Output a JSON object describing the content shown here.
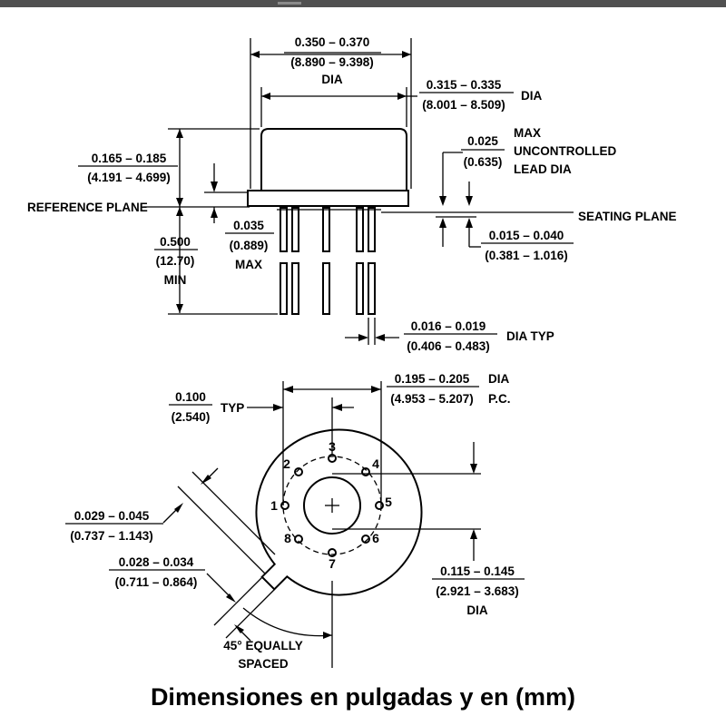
{
  "labels": {
    "can_dia_in": "0.350 – 0.370",
    "can_dia_mm": "(8.890 – 9.398)",
    "can_dia_word": "DIA",
    "top_dia_in": "0.315 – 0.335",
    "top_dia_mm": "(8.001 – 8.509)",
    "top_dia_word": "DIA",
    "height_in": "0.165 – 0.185",
    "height_mm": "(4.191 – 4.699)",
    "lead_dia_in": "0.025",
    "lead_dia_mm": "(0.635)",
    "lead_dia_note1": "MAX",
    "lead_dia_note2": "UNCONTROLLED",
    "lead_dia_note3": "LEAD DIA",
    "reference_plane": "REFERENCE PLANE",
    "seating_plane": "SEATING PLANE",
    "flange_in": "0.035",
    "flange_mm": "(0.889)",
    "flange_note": "MAX",
    "seat_in": "0.015 – 0.040",
    "seat_mm": "(0.381 – 1.016)",
    "lead_len_in": "0.500",
    "lead_len_mm": "(12.70)",
    "lead_len_note": "MIN",
    "lead_w_in": "0.016 – 0.019",
    "lead_w_mm": "(0.406 – 0.483)",
    "lead_w_note": "DIA TYP",
    "pitch_in": "0.100",
    "pitch_mm": "(2.540)",
    "pitch_note": "TYP",
    "pc_in": "0.195 – 0.205",
    "pc_mm": "(4.953 – 5.207)",
    "pc_note1": "DIA",
    "pc_note2": "P.C.",
    "tab_len_in": "0.029 – 0.045",
    "tab_len_mm": "(0.737 – 1.143)",
    "tab_w_in": "0.028 – 0.034",
    "tab_w_mm": "(0.711 – 0.864)",
    "angle_note1": "45° EQUALLY",
    "angle_note2": "SPACED",
    "offset_in": "0.115 – 0.145",
    "offset_mm": "(2.921 – 3.683)",
    "offset_word": "DIA"
  },
  "pins": [
    "1",
    "2",
    "3",
    "4",
    "5",
    "6",
    "7",
    "8"
  ],
  "caption": "Dimensiones en pulgadas y en (mm)"
}
